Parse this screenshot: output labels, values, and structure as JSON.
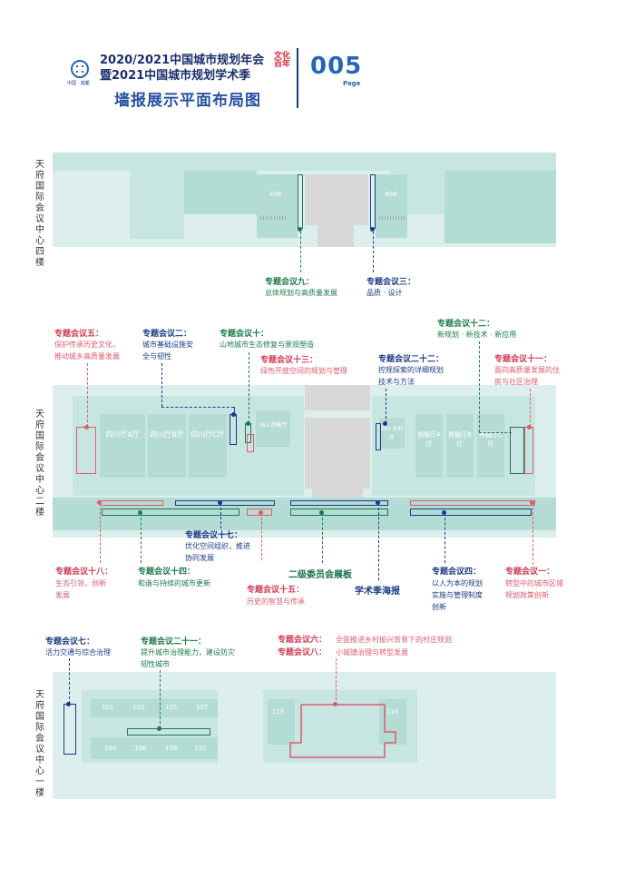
{
  "header": {
    "logo_text": "中国 · 成都",
    "title_line1": "2020/2021中国城市规划年会",
    "title_line2": "暨2021中国城市规划学术季",
    "title_line3": "墙报展示平面布局图",
    "seal_text": "文化百年",
    "page_number": "005",
    "page_word": "Page"
  },
  "floors": {
    "f4": "天府国际会议中心四楼",
    "f2": "天府国际会议中心二楼",
    "f1": "天府国际会议中心一楼"
  },
  "rooms": {
    "r406": "406",
    "r408": "408",
    "hall_a": "四川厅A厅",
    "hall_b": "四川厅B厅",
    "hall_c": "四川厅C厅",
    "r261": "261 西蜀厅",
    "r293": "293 天府厅",
    "hall_d": "熊猫厅A厅",
    "hall_e": "熊猫厅B厅",
    "hall_f": "熊猫厅C厅",
    "r101": "101",
    "r103": "103",
    "r105": "105",
    "r107": "107",
    "r104": "104",
    "r106": "106",
    "r108": "108",
    "r110": "110",
    "r115": "115",
    "r116": "116"
  },
  "callouts": {
    "c9": {
      "title": "专题会议九：",
      "sub": "总体规划与高质量发展"
    },
    "c3": {
      "title": "专题会议三：",
      "sub": "品质 · 设计"
    },
    "c5": {
      "title": "专题会议五：",
      "sub1": "保护传承历史文化，",
      "sub2": "推动城乡高质量发展"
    },
    "c2": {
      "title": "专题会议二：",
      "sub1": "城市基础设施安",
      "sub2": "全与韧性"
    },
    "c10": {
      "title": "专题会议十：",
      "sub": "山地城市生态修复与景观塑造"
    },
    "c13": {
      "title": "专题会议十三：",
      "sub": "绿色开放空间的规划与管理"
    },
    "c22": {
      "title": "专题会议二十二：",
      "sub1": "控规探索的详细规划",
      "sub2": "技术与方法"
    },
    "c12": {
      "title": "专题会议十二：",
      "sub": "新规划 · 新技术 · 新应用"
    },
    "c11": {
      "title": "专题会议十一：",
      "sub1": "面向高质量发展的住",
      "sub2": "房与社区治理"
    },
    "c17": {
      "title": "专题会议十七：",
      "sub1": "优化空间组织，推进",
      "sub2": "协同发展"
    },
    "c18": {
      "title": "专题会议十八：",
      "sub1": "生态引领，创新",
      "sub2": "发展"
    },
    "c14": {
      "title": "专题会议十四：",
      "sub": "和谐与持续的城市更新"
    },
    "c15": {
      "title": "专题会议十五：",
      "sub": "历史的智慧与传承"
    },
    "committee": "二级委员会展板",
    "academic": "学术季海报",
    "c4": {
      "title": "专题会议四：",
      "sub1": "以人为本的规划",
      "sub2": "实施与管理制度",
      "sub3": "创新"
    },
    "c1": {
      "title": "专题会议一：",
      "sub1": "转型中的城市区域",
      "sub2": "规划政策创新"
    },
    "c7": {
      "title": "专题会议七：",
      "sub": "活力交通与综合治理"
    },
    "c21": {
      "title": "专题会议二十一：",
      "sub1": "提升城市治理能力，建设防灾",
      "sub2": "韧性城市"
    },
    "c6": {
      "title": "专题会议六：",
      "sub": "全面推进乡村振兴背景下的村庄规划"
    },
    "c8": {
      "title": "专题会议八：",
      "sub": "小城镇治理与转型发展"
    }
  },
  "colors": {
    "red": "#e05a6d",
    "navy": "#1b3a86",
    "green": "#1d7a4b",
    "map": "#c8e6e1"
  }
}
